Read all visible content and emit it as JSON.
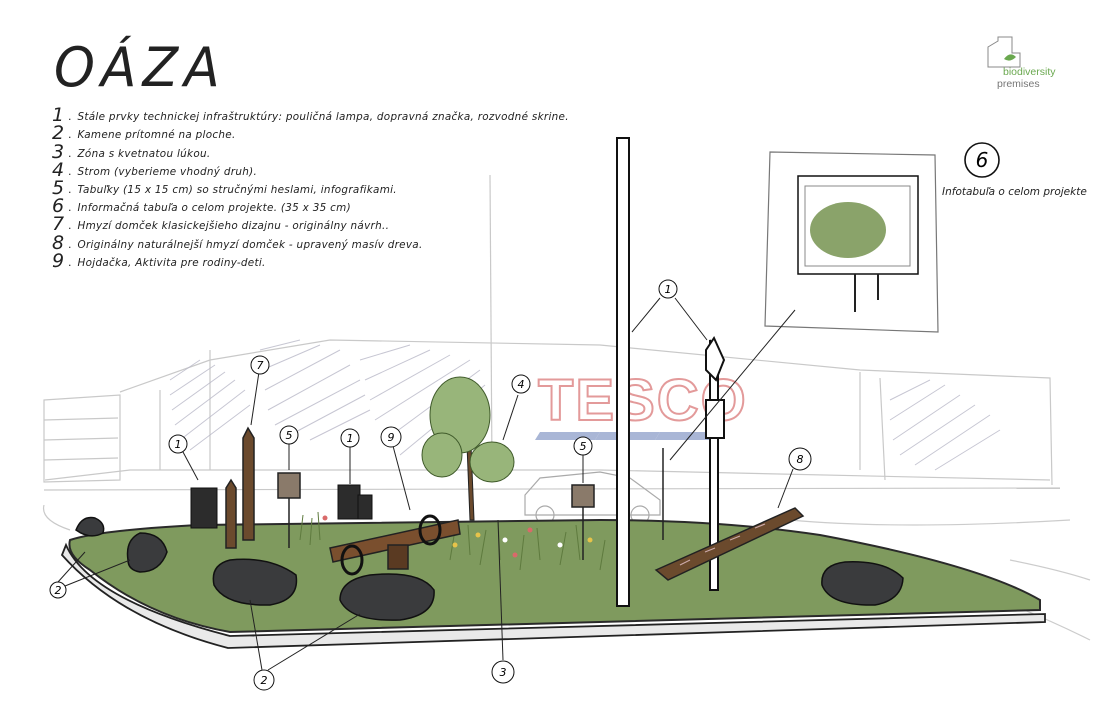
{
  "title": "OÁZA",
  "legend": [
    {
      "num": "1",
      "text": "Stále prvky technickej infraštruktúry: pouličná lampa, dopravná značka, rozvodné skrine."
    },
    {
      "num": "2",
      "text": "Kamene prítomné na ploche."
    },
    {
      "num": "3",
      "text": "Zóna s kvetnatou lúkou."
    },
    {
      "num": "4",
      "text": "Strom (vyberieme vhodný druh)."
    },
    {
      "num": "5",
      "text": "Tabuľky (15 x 15 cm) so stručnými heslami, infografikami."
    },
    {
      "num": "6",
      "text": "Informačná tabuľa o celom projekte. (35 x 35 cm)"
    },
    {
      "num": "7",
      "text": "Hmyzí domček klasickejšieho dizajnu - originálny návrh.."
    },
    {
      "num": "8",
      "text": "Originálny naturálnejší hmyzí domček - upravený masív dreva."
    },
    {
      "num": "9",
      "text": "Hojdačka, Aktivita pre rodiny-deti."
    }
  ],
  "logo": {
    "line1": "biodiversity",
    "line2": "premises",
    "icon": "building-leaf-icon"
  },
  "infoboard": {
    "callout": "6",
    "label": "Infotabuľa o celom projekte"
  },
  "store_sign": "TESCO",
  "callouts": {
    "lamp_top": "1",
    "box_left": "1",
    "box_mid": "1",
    "insect_house": "7",
    "sign_left": "5",
    "swing": "9",
    "tree": "4",
    "sign_right": "5",
    "log": "8",
    "stone_left": "2",
    "stones_bottom": "2",
    "meadow": "3"
  },
  "colors": {
    "grass": "#7f9a5e",
    "stone": "#3a3b3d",
    "wood": "#6b4a2d",
    "tesco_red": "#e8a6a6",
    "logo_green": "#6aa84f"
  }
}
